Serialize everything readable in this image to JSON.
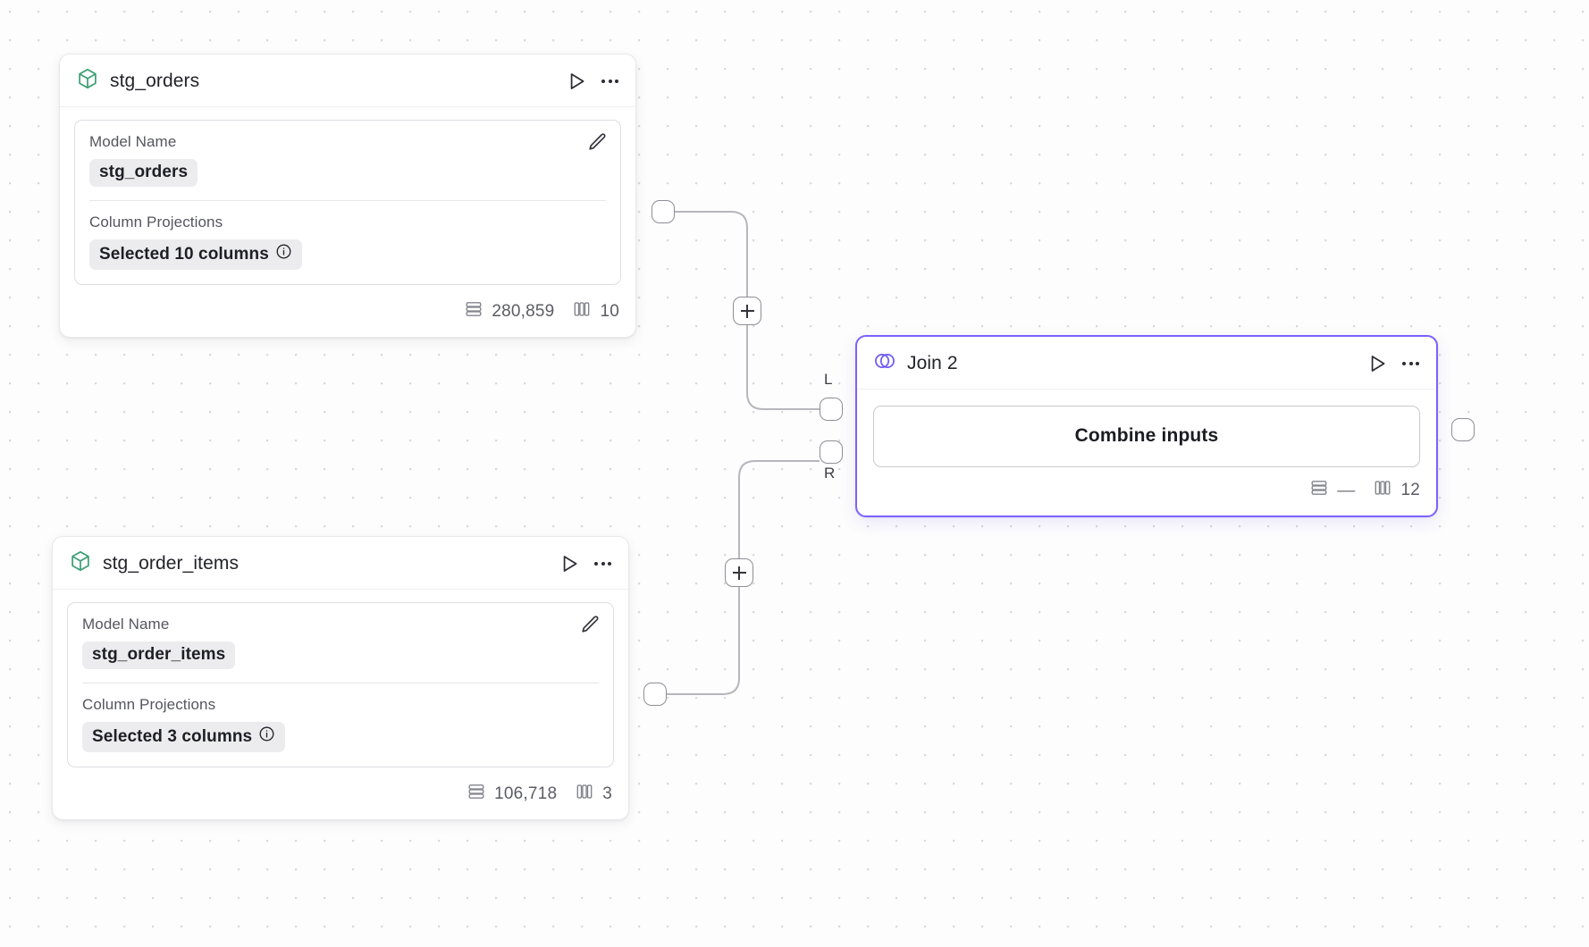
{
  "canvas": {
    "background_color": "#fdfdfd",
    "grid_dot_color": "#d9d9de",
    "accent_color": "#7b61ff"
  },
  "nodes": [
    {
      "id": "stg_orders",
      "type": "model",
      "icon": "cube-icon",
      "title": "stg_orders",
      "run_label": "Run",
      "menu_label": "More options",
      "fields": {
        "model_name_label": "Model Name",
        "model_name_value": "stg_orders",
        "column_projections_label": "Column Projections",
        "column_projections_value": "Selected 10 columns"
      },
      "stats": {
        "rows": "280,859",
        "columns": "10"
      }
    },
    {
      "id": "stg_order_items",
      "type": "model",
      "icon": "cube-icon",
      "title": "stg_order_items",
      "run_label": "Run",
      "menu_label": "More options",
      "fields": {
        "model_name_label": "Model Name",
        "model_name_value": "stg_order_items",
        "column_projections_label": "Column Projections",
        "column_projections_value": "Selected 3 columns"
      },
      "stats": {
        "rows": "106,718",
        "columns": "3"
      }
    },
    {
      "id": "join_2",
      "type": "join",
      "icon": "join-venn-icon",
      "title": "Join 2",
      "selected": true,
      "run_label": "Run",
      "menu_label": "More options",
      "body_action": "Combine inputs",
      "input_port_left_label": "L",
      "input_port_right_label": "R",
      "stats": {
        "rows": "—",
        "columns": "12"
      }
    }
  ],
  "edge_handles": {
    "add_upper_label": "+",
    "add_lower_label": "+"
  }
}
